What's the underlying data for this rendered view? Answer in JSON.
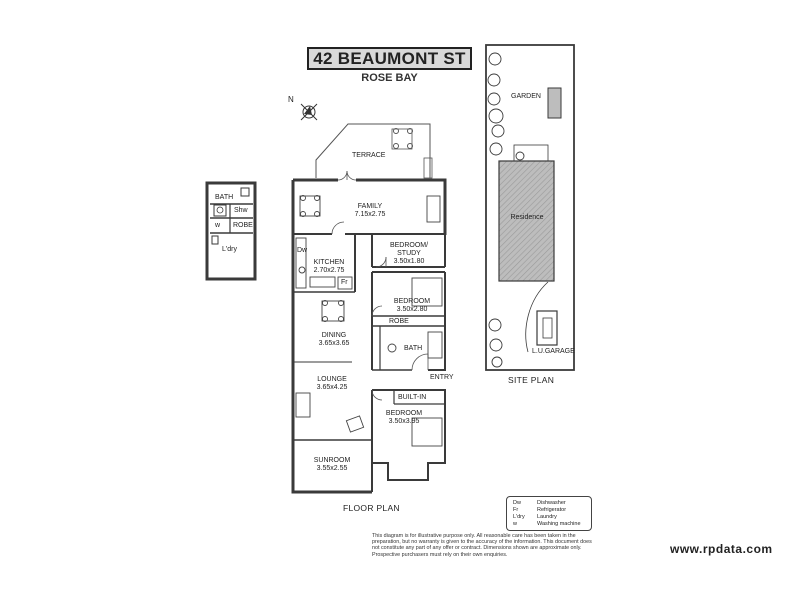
{
  "header": {
    "title": "42 BEAUMONT ST",
    "subtitle": "ROSE BAY"
  },
  "north": {
    "label": "N"
  },
  "outbuilding": {
    "bath": "BATH",
    "shw": "Shw",
    "robe": "ROBE",
    "w": "w",
    "laundry": "L'dry"
  },
  "rooms": {
    "terrace": "TERRACE",
    "family": {
      "name": "FAMILY",
      "size": "7.15x2.75"
    },
    "kitchen": {
      "name": "KITCHEN",
      "size": "2.70x2.75"
    },
    "dw": "Dw",
    "fr": "Fr",
    "bedroom_study": {
      "name": "BEDROOM/",
      "name2": "STUDY",
      "size": "3.50x1.80"
    },
    "bedroom1": {
      "name": "BEDROOM",
      "size": "3.50x2.80"
    },
    "robe": "ROBE",
    "bath": "BATH",
    "dining": {
      "name": "DINING",
      "size": "3.65x3.65"
    },
    "lounge": {
      "name": "LOUNGE",
      "size": "3.65x4.25"
    },
    "entry": "ENTRY",
    "built_in": "BUILT-IN",
    "bedroom2": {
      "name": "BEDROOM",
      "size": "3.50x3.95"
    },
    "sunroom": {
      "name": "SUNROOM",
      "size": "3.55x2.55"
    }
  },
  "floor_plan_caption": "FLOOR PLAN",
  "site": {
    "garden": "GARDEN",
    "residence": "Residence",
    "garage": "L.U.GARAGE",
    "caption": "SITE PLAN"
  },
  "legend": [
    {
      "abbr": "Dw",
      "meaning": "Dishwasher"
    },
    {
      "abbr": "Fr",
      "meaning": "Refrigerator"
    },
    {
      "abbr": "L'dry",
      "meaning": "Laundry"
    },
    {
      "abbr": "w",
      "meaning": "Washing machine"
    }
  ],
  "disclaimer": "This diagram is for illustrative purpose only. All reasonable care has been taken in the preparation, but no warranty is given to the accuracy of the information. This document does not constitute any part of any offer or contract. Dimensions shown are approximate only. Prospective purchasers must rely on their own enquiries.",
  "footer": {
    "url": "www.rpdata.com"
  },
  "colors": {
    "wall": "#3a3a3a",
    "title_bg": "#d9d9d9",
    "residence_fill": "#b5b5b5"
  }
}
